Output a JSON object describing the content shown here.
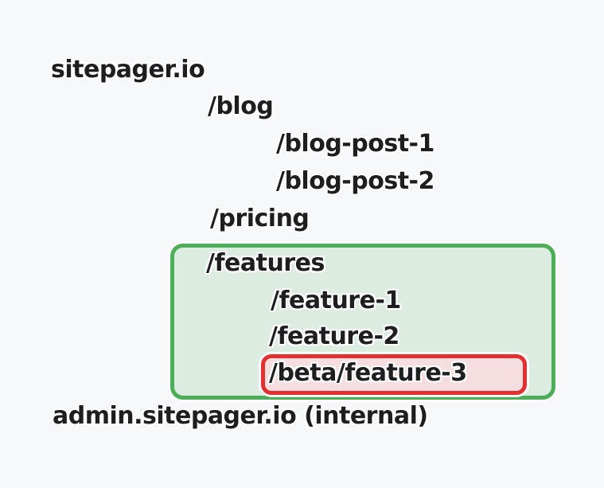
{
  "diagram": {
    "type": "sitemap-tree",
    "sitemap": {
      "root": "sitepager.io",
      "blog": "/blog",
      "blog_post_1": "/blog-post-1",
      "blog_post_2": "/blog-post-2",
      "pricing": "/pricing",
      "features": "/features",
      "feature_1": "/feature-1",
      "feature_2": "/feature-2",
      "beta_feature_3": "/beta/feature-3",
      "admin": "admin.sitepager.io (internal)"
    },
    "highlights": {
      "features_group_box": {
        "shape": "rounded-rectangle",
        "border_color": "#4dae58",
        "fill_color": "#dcece0",
        "contains": [
          "/features",
          "/feature-1",
          "/feature-2",
          "/beta/feature-3"
        ]
      },
      "beta_feature_box": {
        "shape": "rounded-rectangle",
        "border_color": "#e23030",
        "fill_color": "#f6dddf",
        "contains": [
          "/beta/feature-3"
        ]
      }
    },
    "colors": {
      "background": "#f7f8fa",
      "text": "#1e1e20"
    }
  }
}
